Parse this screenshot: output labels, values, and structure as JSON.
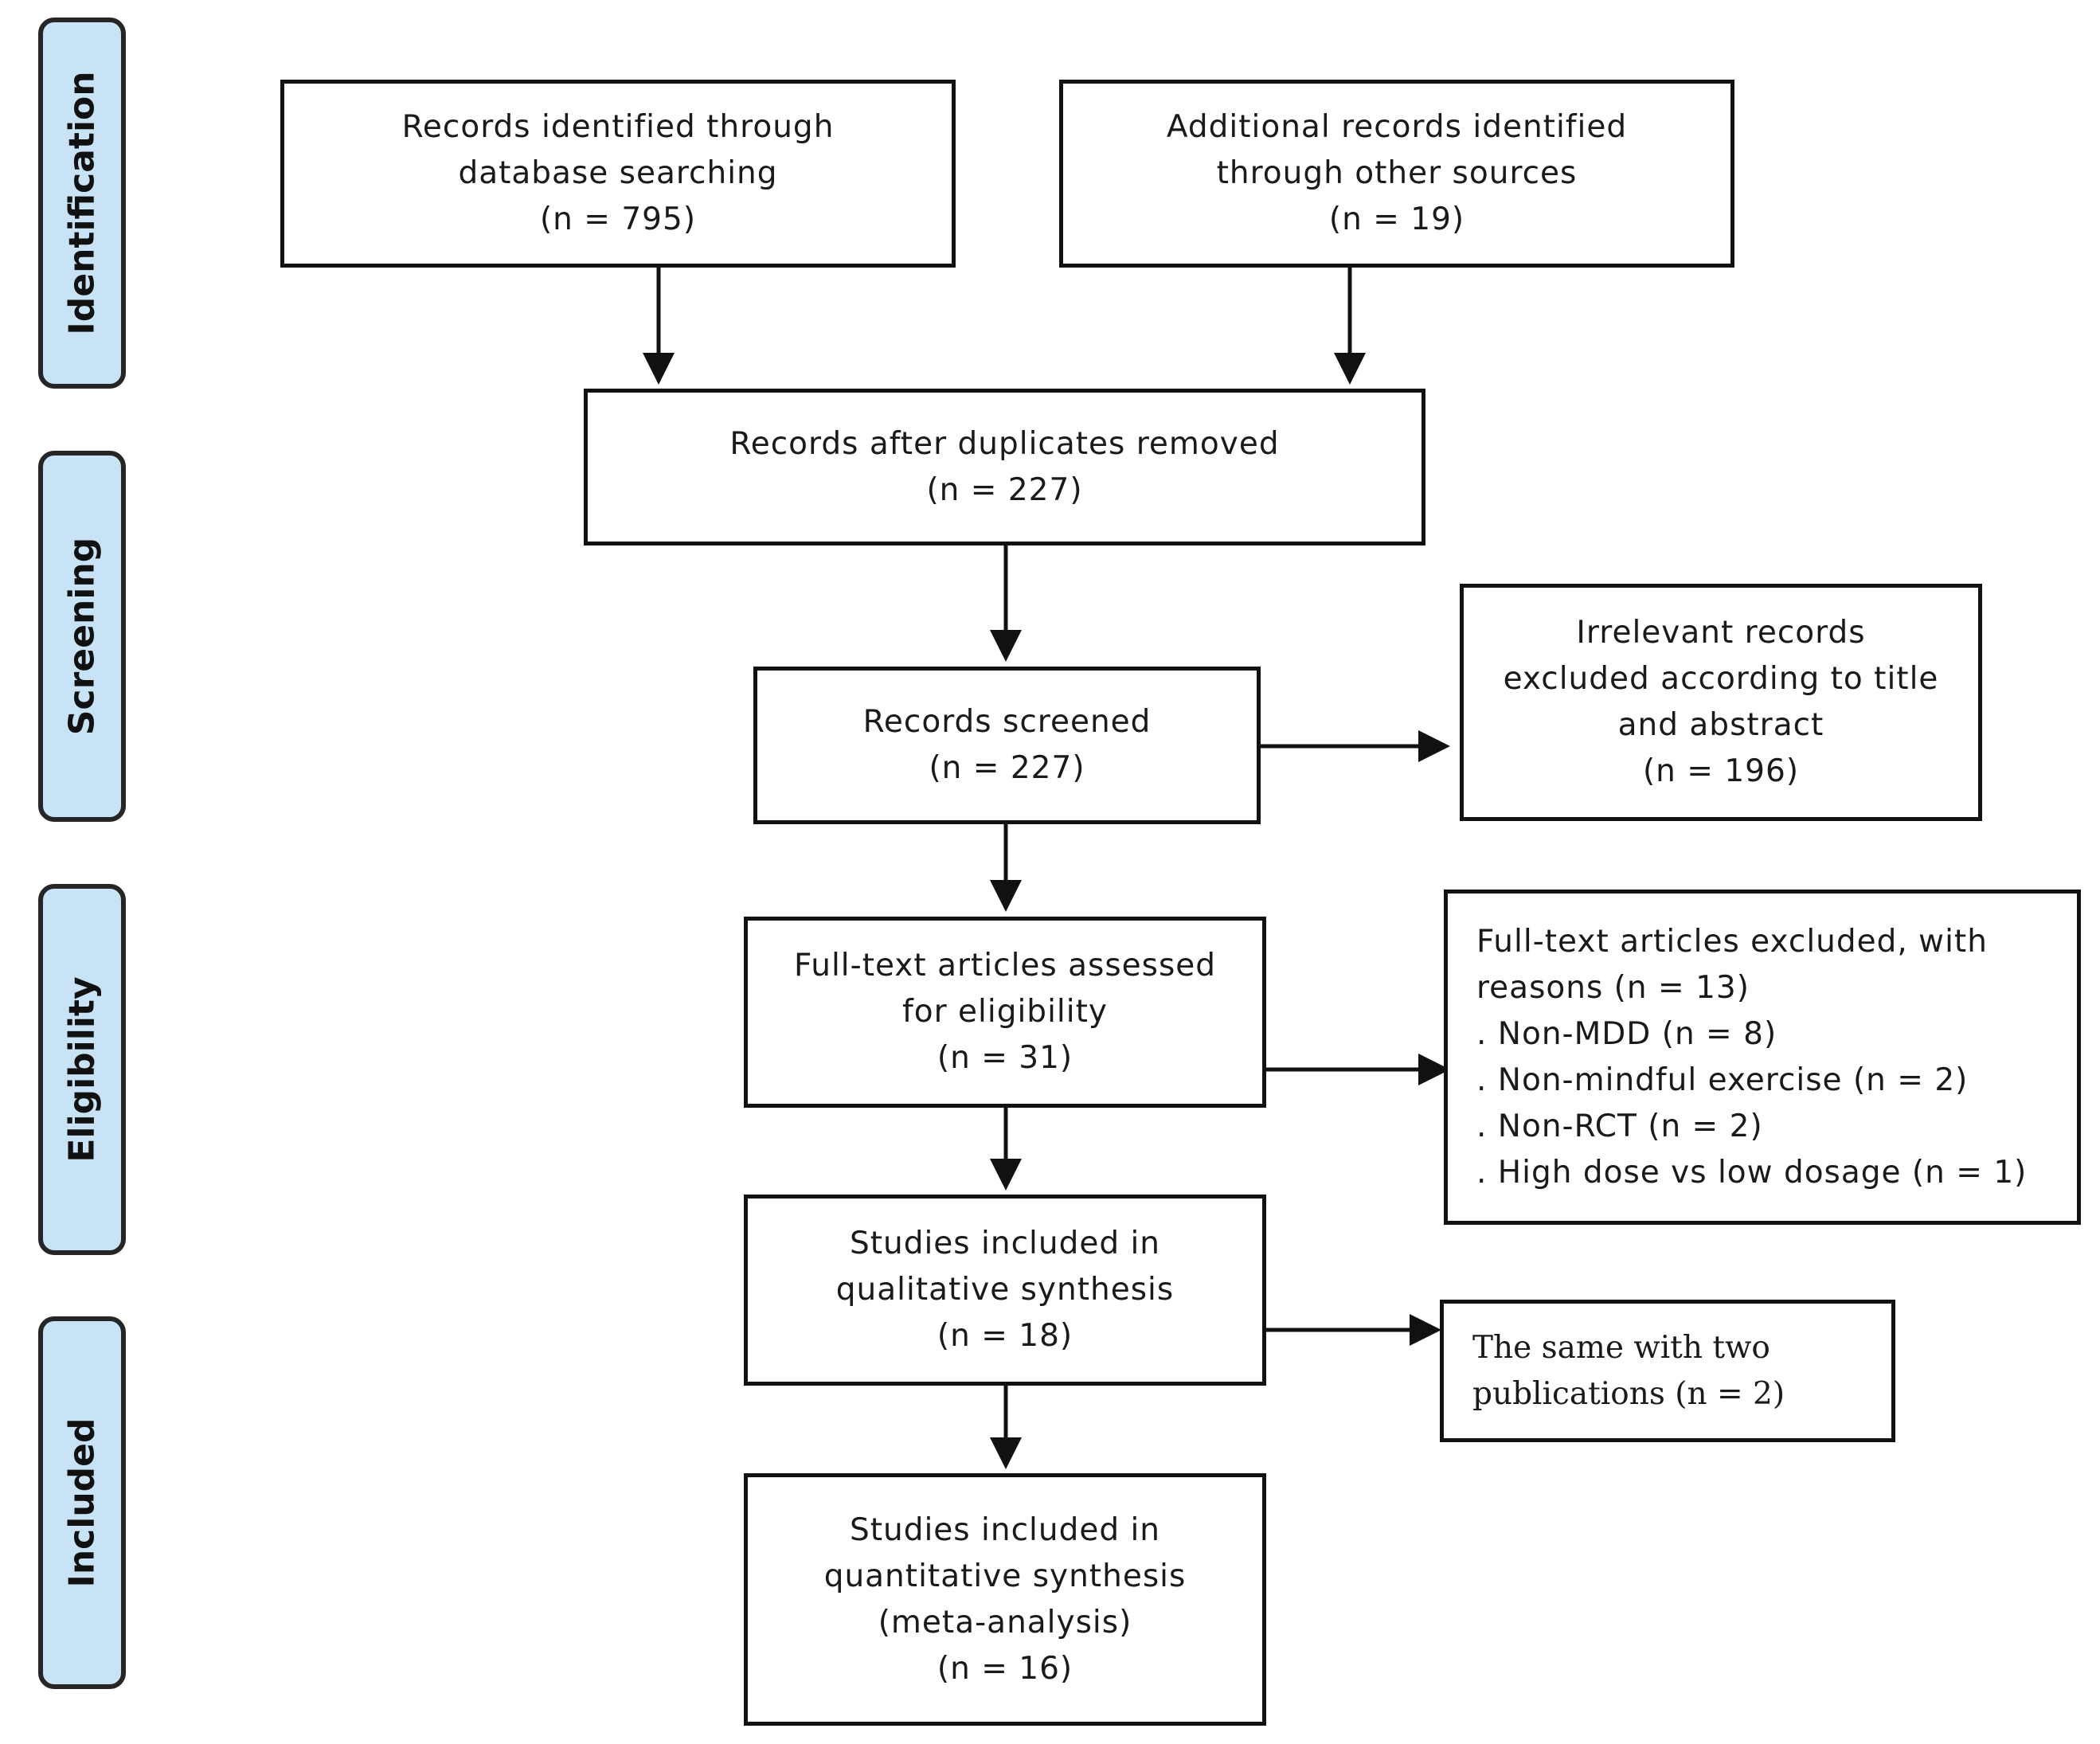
{
  "phases": [
    "Identification",
    "Screening",
    "Eligibility",
    "Included"
  ],
  "boxes": {
    "database": {
      "lines": [
        "Records identified through",
        "database searching",
        "(n = 795)"
      ]
    },
    "other": {
      "lines": [
        "Additional records identified",
        "through other sources",
        "(n = 19)"
      ]
    },
    "duplicates": {
      "lines": [
        "Records after duplicates removed",
        "(n = 227)"
      ]
    },
    "screened": {
      "lines": [
        "Records screened",
        "(n = 227)"
      ]
    },
    "irrelevant": {
      "lines": [
        "Irrelevant records",
        "excluded according to title",
        "and abstract",
        "(n = 196)"
      ]
    },
    "fulltext": {
      "lines": [
        "Full-text articles assessed",
        "for eligibility",
        "(n = 31)"
      ]
    },
    "excluded": {
      "lines": [
        "Full-text articles excluded, with",
        "reasons (n = 13)",
        ". Non-MDD (n = 8)",
        ". Non-mindful exercise (n = 2)",
        ". Non-RCT (n = 2)",
        ". High dose vs low dosage (n = 1)"
      ]
    },
    "qualitative": {
      "lines": [
        "Studies included in",
        "qualitative synthesis",
        "(n = 18)"
      ]
    },
    "same": {
      "lines": [
        "The same with two",
        "publications (n = 2)"
      ]
    },
    "quantitative": {
      "lines": [
        "Studies included in",
        "quantitative synthesis",
        "(meta-analysis)",
        "(n = 16)"
      ]
    }
  }
}
